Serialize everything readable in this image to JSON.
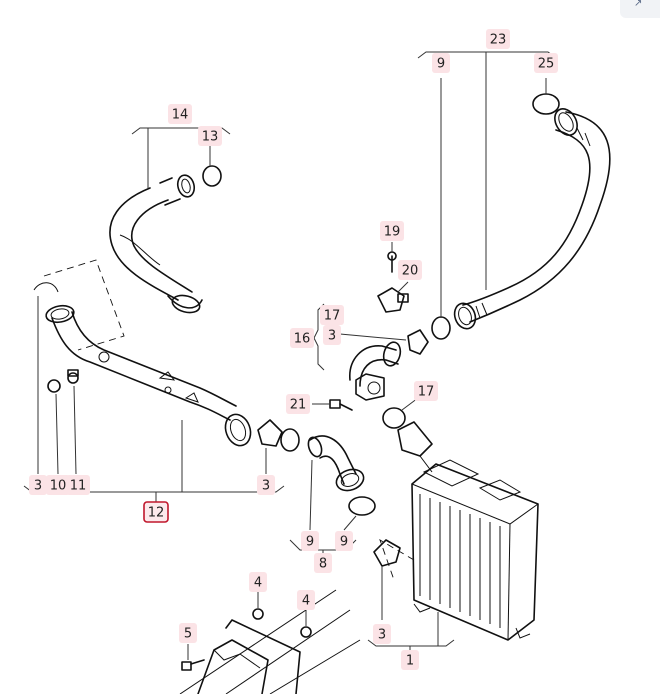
{
  "toolbar": {
    "corner_icon": "expand-icon",
    "corner_glyph": "↗"
  },
  "callouts": [
    {
      "id": "c23",
      "label": "23"
    },
    {
      "id": "c9a",
      "label": "9"
    },
    {
      "id": "c25",
      "label": "25"
    },
    {
      "id": "c14",
      "label": "14"
    },
    {
      "id": "c13",
      "label": "13"
    },
    {
      "id": "c19",
      "label": "19"
    },
    {
      "id": "c20",
      "label": "20"
    },
    {
      "id": "c17a",
      "label": "17"
    },
    {
      "id": "c3a",
      "label": "3"
    },
    {
      "id": "c16",
      "label": "16"
    },
    {
      "id": "c21",
      "label": "21"
    },
    {
      "id": "c17b",
      "label": "17"
    },
    {
      "id": "c3b",
      "label": "3"
    },
    {
      "id": "c10",
      "label": "10"
    },
    {
      "id": "c11",
      "label": "11"
    },
    {
      "id": "c3c",
      "label": "3"
    },
    {
      "id": "c12",
      "label": "12",
      "selected": true
    },
    {
      "id": "c9b",
      "label": "9"
    },
    {
      "id": "c9c",
      "label": "9"
    },
    {
      "id": "c8",
      "label": "8"
    },
    {
      "id": "c4a",
      "label": "4"
    },
    {
      "id": "c4b",
      "label": "4"
    },
    {
      "id": "c5",
      "label": "5"
    },
    {
      "id": "c3d",
      "label": "3"
    },
    {
      "id": "c1",
      "label": "1"
    }
  ]
}
